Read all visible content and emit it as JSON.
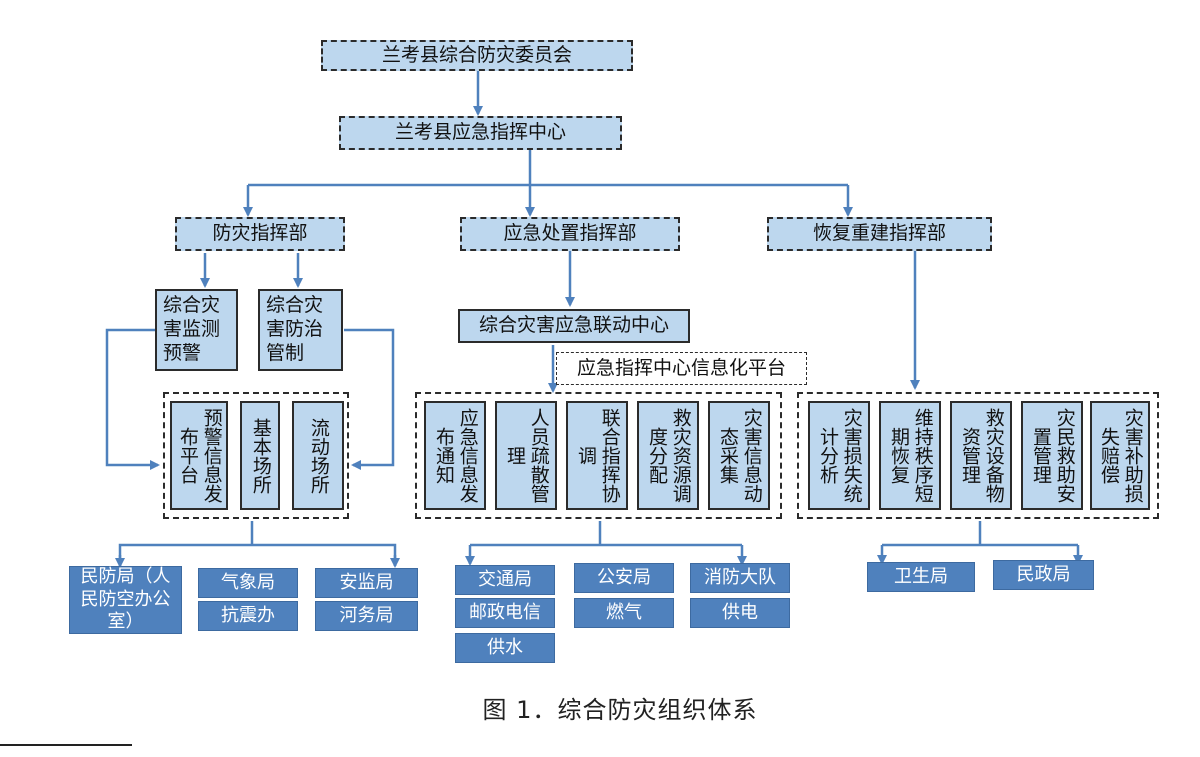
{
  "diagram": {
    "top": "兰考县综合防灾委员会",
    "center": "兰考县应急指挥中心",
    "branches": {
      "left": "防灾指挥部",
      "middle": "应急处置指挥部",
      "right": "恢复重建指挥部"
    },
    "left_sub": [
      "综合灾害监测预警",
      "综合灾害防治管制"
    ],
    "left_items": [
      "预警信息发布平台",
      "基本场所",
      "流动场所"
    ],
    "middle_sub": "综合灾害应急联动中心",
    "middle_platform": "应急指挥中心信息化平台",
    "middle_items": [
      "应急信息发布通知",
      "人员疏散管理",
      "联合指挥协调",
      "救灾资源调度分配",
      "灾害信息动态采集"
    ],
    "right_items": [
      "灾害损失统计分析",
      "维持秩序短期恢复",
      "救灾设备物资管理",
      "灾民救助安置管理",
      "灾害补助损失赔偿"
    ],
    "left_agencies": [
      "民防局（人民防空办公室）",
      "气象局",
      "安监局",
      "抗震办",
      "河务局"
    ],
    "middle_agencies": [
      "交通局",
      "公安局",
      "消防大队",
      "邮政电信",
      "燃气",
      "供电",
      "供水"
    ],
    "right_agencies": [
      "卫生局",
      "民政局"
    ],
    "caption": "图 1．综合防灾组织体系",
    "colors": {
      "light_box": "#bdd7ee",
      "agency_box": "#4f81bd",
      "arrow": "#4f81bd"
    }
  }
}
